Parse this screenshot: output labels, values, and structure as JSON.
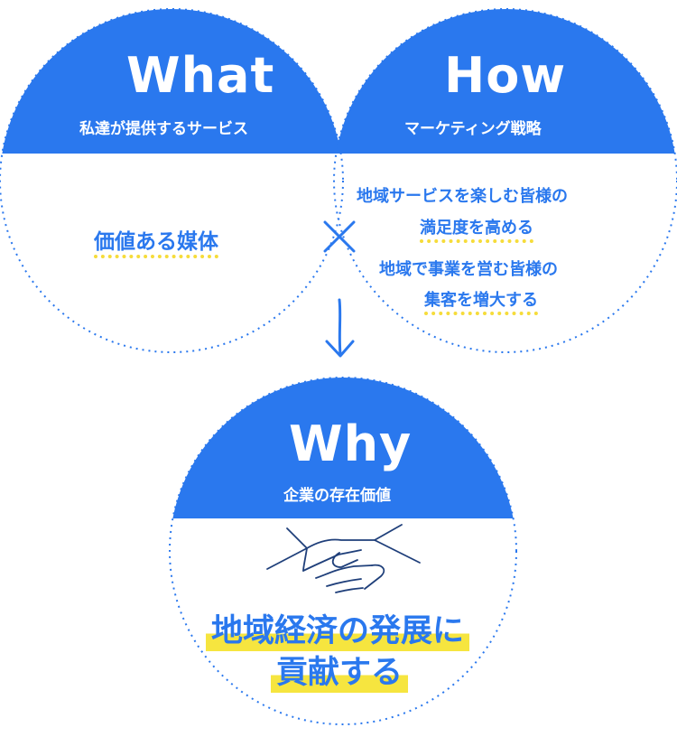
{
  "colors": {
    "accent": "#2a78ee",
    "highlight": "#f6e53f",
    "background": "#ffffff"
  },
  "what": {
    "title": "What",
    "subtitle": "私達が提供するサービス",
    "content": "価値ある媒体"
  },
  "how": {
    "title": "How",
    "subtitle": "マーケティング戦略",
    "lines": [
      "地域サービスを楽しむ皆様の",
      "満足度を高める",
      "地域で事業を営む皆様の",
      "集客を増大する"
    ]
  },
  "cross_symbol": "×",
  "why": {
    "title": "Why",
    "subtitle": "企業の存在価値",
    "icon": "handshake-icon",
    "content_lines": [
      "地域経済の発展に",
      "貢献する"
    ]
  }
}
